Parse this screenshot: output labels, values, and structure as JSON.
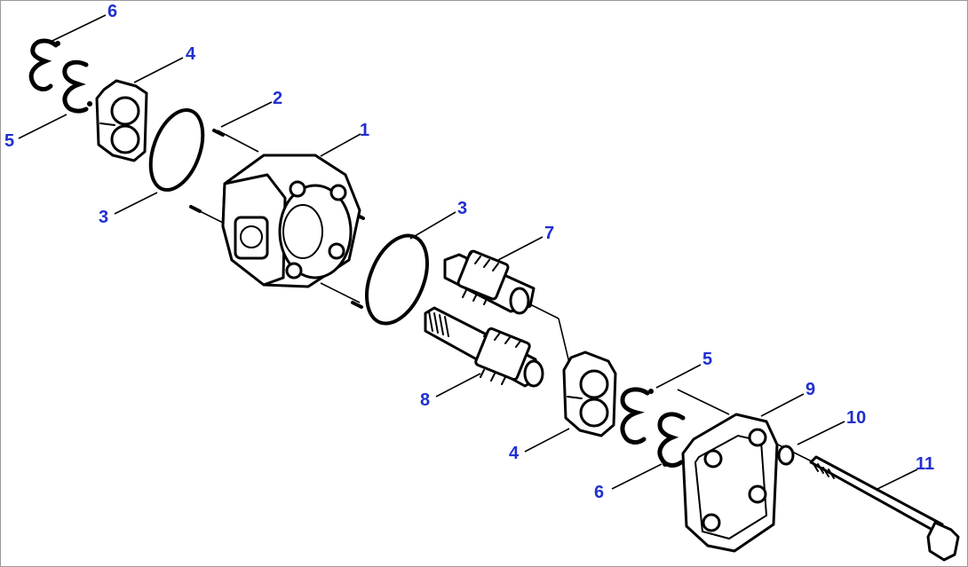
{
  "callouts": [
    {
      "id": "c6a",
      "text": "6"
    },
    {
      "id": "c4a",
      "text": "4"
    },
    {
      "id": "c2",
      "text": "2"
    },
    {
      "id": "c1",
      "text": "1"
    },
    {
      "id": "c5a",
      "text": "5"
    },
    {
      "id": "c3a",
      "text": "3"
    },
    {
      "id": "c3b",
      "text": "3"
    },
    {
      "id": "c7",
      "text": "7"
    },
    {
      "id": "c8",
      "text": "8"
    },
    {
      "id": "c5b",
      "text": "5"
    },
    {
      "id": "c9",
      "text": "9"
    },
    {
      "id": "c10",
      "text": "10"
    },
    {
      "id": "c4b",
      "text": "4"
    },
    {
      "id": "c11",
      "text": "11"
    },
    {
      "id": "c6b",
      "text": "6"
    }
  ],
  "colors": {
    "callout": "#1f2fd0",
    "line": "#000000",
    "background": "#ffffff"
  }
}
